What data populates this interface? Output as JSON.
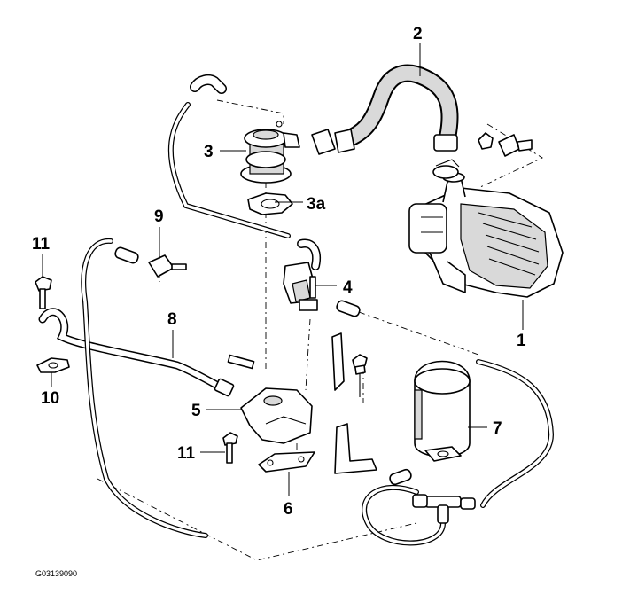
{
  "callouts": {
    "c1": "1",
    "c2": "2",
    "c3": "3",
    "c3a": "3a",
    "c4": "4",
    "c5": "5",
    "c6": "6",
    "c7": "7",
    "c8": "8",
    "c9": "9",
    "c10": "10",
    "c11_top": "11",
    "c11_bottom": "11"
  },
  "figure_code": "G03139090"
}
